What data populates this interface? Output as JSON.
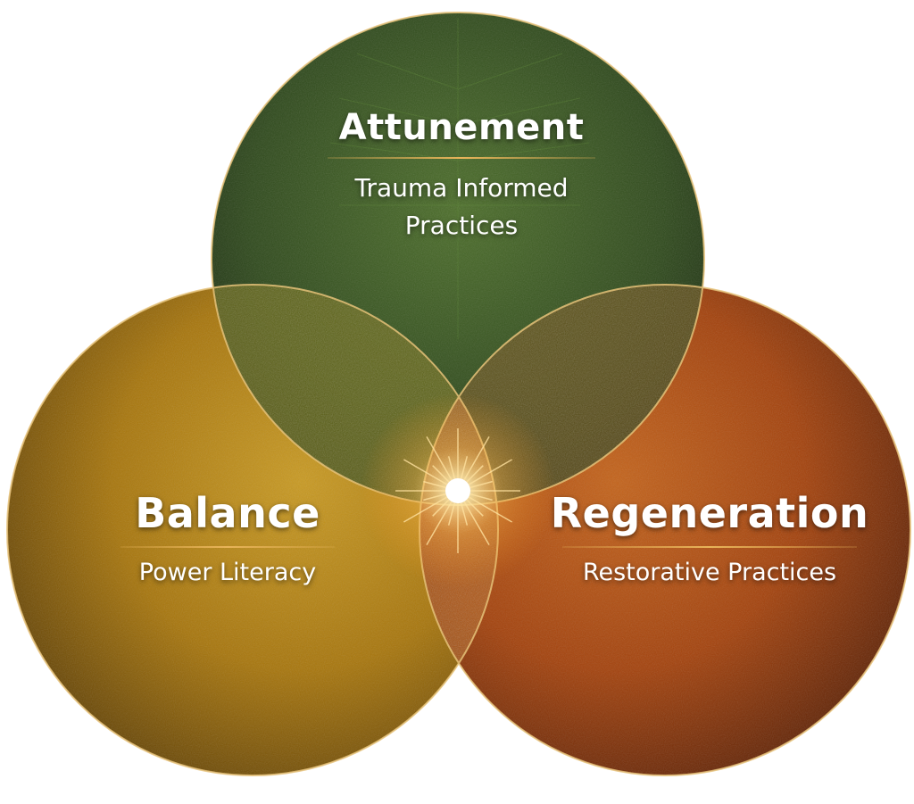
{
  "circles": [
    {
      "id": "attunement",
      "title": "Attunement",
      "subtitle": "Trauma Informed Practices",
      "subtitle_lines": [
        "Trauma Informed",
        "Practices"
      ],
      "color": "#2f4a1c"
    },
    {
      "id": "balance",
      "title": "Balance",
      "subtitle": "Power Literacy",
      "color": "#a8760c"
    },
    {
      "id": "regeneration",
      "title": "Regeneration",
      "subtitle": "Restorative Practices",
      "color": "#a4420c"
    }
  ],
  "outline_color": "#e6c27a",
  "center_glow": "sunburst"
}
